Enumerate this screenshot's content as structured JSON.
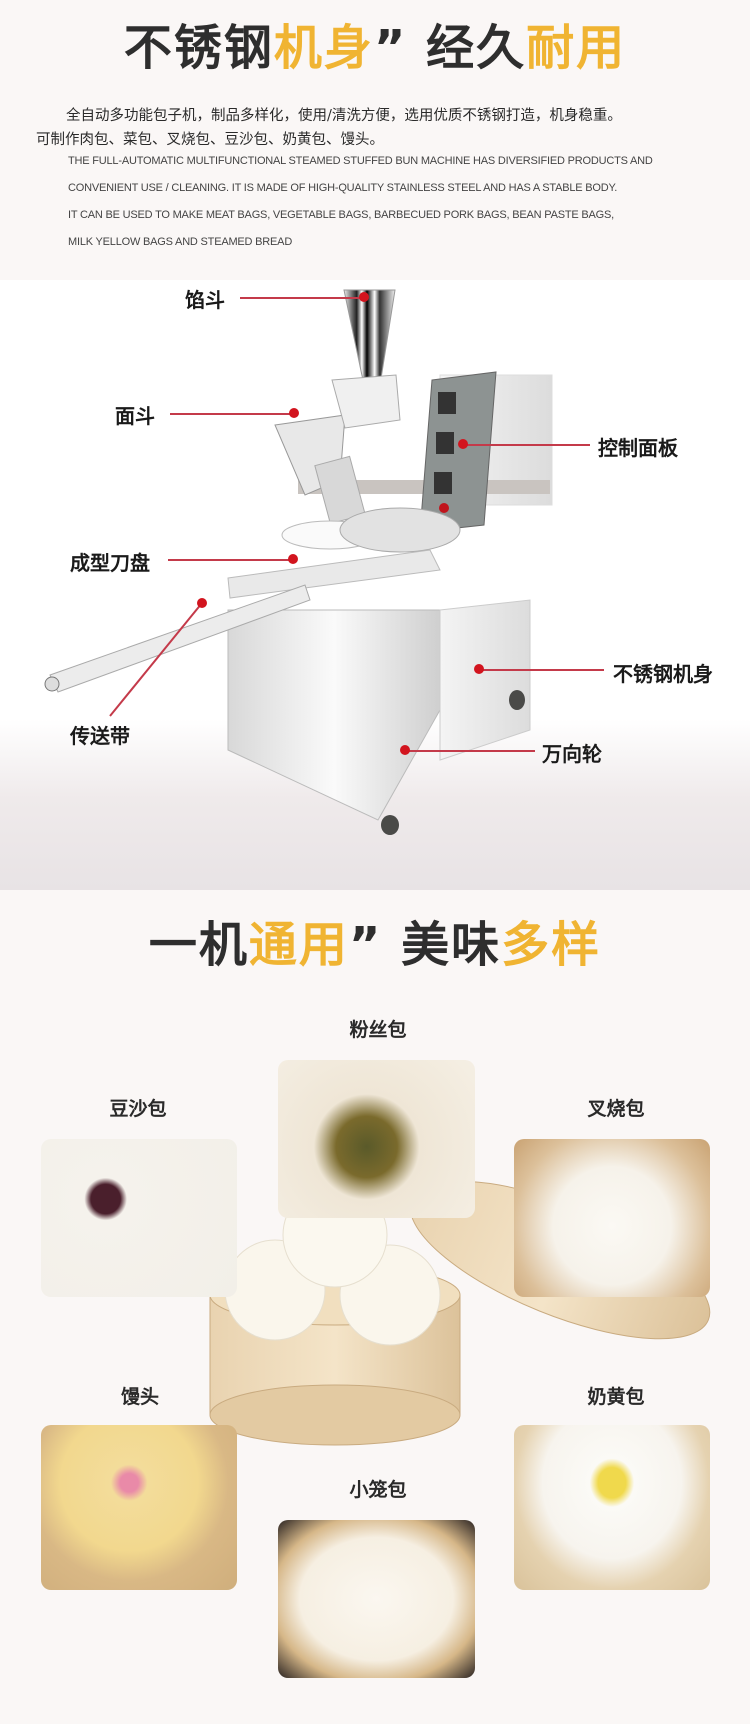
{
  "section1": {
    "headline": [
      {
        "text": "不锈钢",
        "style": "dark"
      },
      {
        "text": "机身",
        "style": "gold"
      },
      {
        "text": "” 经久",
        "style": "dark"
      },
      {
        "text": "耐用",
        "style": "gold"
      }
    ],
    "intro_cn_line1": "全自动多功能包子机，制品多样化，使用/清洗方便，选用优质不锈钢打造，机身稳重。",
    "intro_cn_line2": "可制作肉包、菜包、叉烧包、豆沙包、奶黄包、馒头。",
    "intro_en": [
      "THE FULL-AUTOMATIC MULTIFUNCTIONAL STEAMED STUFFED BUN MACHINE HAS DIVERSIFIED PRODUCTS AND",
      "CONVENIENT USE / CLEANING. IT IS MADE OF HIGH-QUALITY STAINLESS STEEL AND HAS A STABLE BODY.",
      "IT CAN BE USED TO MAKE MEAT BAGS, VEGETABLE BAGS, BARBECUED PORK BAGS, BEAN PASTE BAGS,",
      "MILK YELLOW BAGS AND STEAMED BREAD"
    ]
  },
  "machine_diagram": {
    "parts": [
      {
        "label": "馅斗"
      },
      {
        "label": "面斗"
      },
      {
        "label": "控制面板"
      },
      {
        "label": "成型刀盘"
      },
      {
        "label": "不锈钢机身"
      },
      {
        "label": "传送带"
      },
      {
        "label": "万向轮"
      }
    ]
  },
  "section2": {
    "headline": [
      {
        "text": "一机",
        "style": "dark"
      },
      {
        "text": "通用",
        "style": "gold"
      },
      {
        "text": "” 美味",
        "style": "dark"
      },
      {
        "text": "多样",
        "style": "gold"
      }
    ],
    "buns": [
      {
        "label": "粉丝包"
      },
      {
        "label": "豆沙包"
      },
      {
        "label": "叉烧包"
      },
      {
        "label": "馒头"
      },
      {
        "label": "奶黄包"
      },
      {
        "label": "小笼包"
      }
    ]
  },
  "colors": {
    "accent_gold": "#f0b432",
    "headline_dark": "#2e2e2e",
    "leader_red": "#d2141e",
    "page_bg": "#faf7f6"
  }
}
